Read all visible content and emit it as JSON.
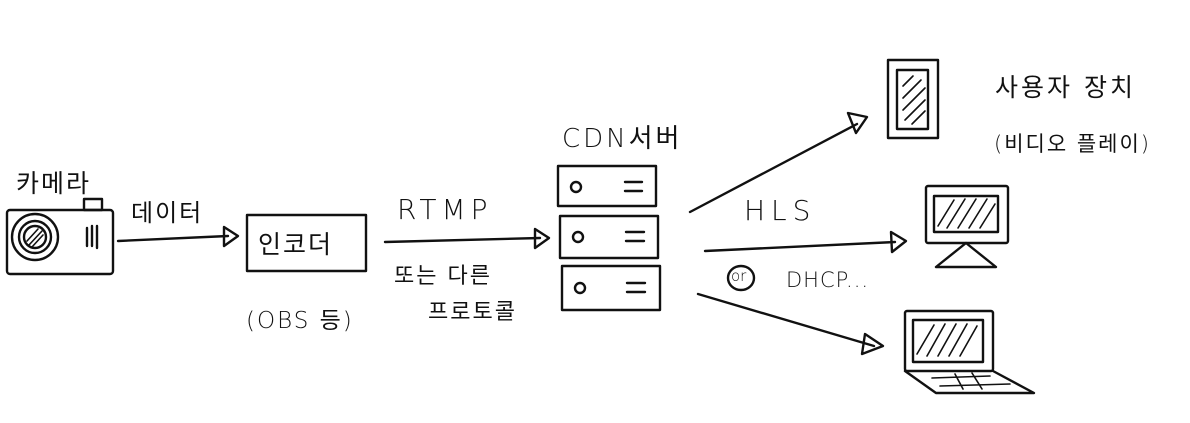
{
  "labels": {
    "camera": "카메라",
    "data": "데이터",
    "encoder": "인코더",
    "encoder_note": "(OBS 등)",
    "rtmp": "RTMP",
    "rtmp_note_line1": "또는 다른",
    "rtmp_note_line2": "프로토콜",
    "cdn": "CDN서버",
    "hls": "HLS",
    "hls_note_mark": "or",
    "hls_note": "DHCP...",
    "devices": "사용자 장치",
    "devices_note": "(비디오 플레이)"
  },
  "colors": {
    "ink": "#111111",
    "background": "#ffffff"
  }
}
